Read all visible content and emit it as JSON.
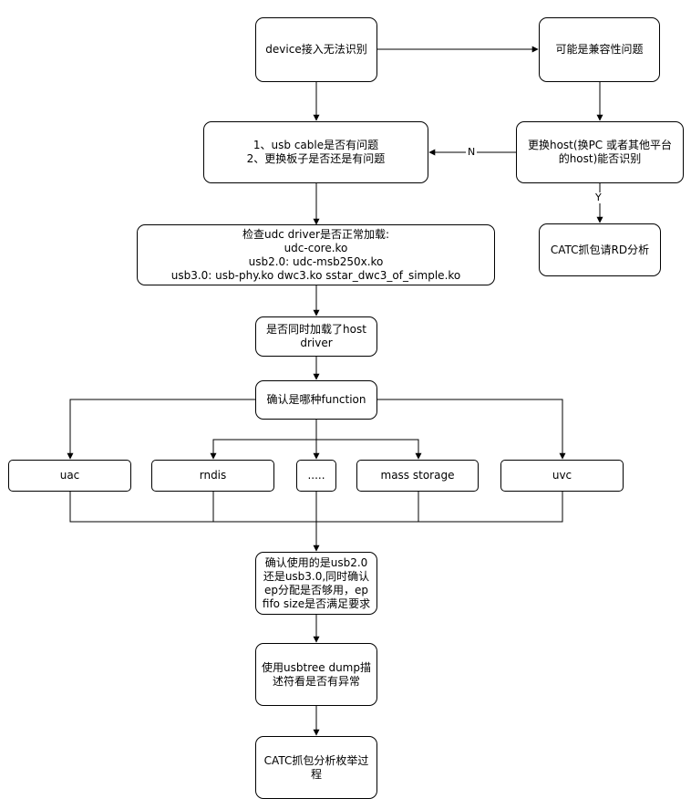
{
  "nodes": {
    "device": {
      "lines": [
        "device接入无法识别"
      ]
    },
    "compat": {
      "lines": [
        "可能是兼容性问题"
      ]
    },
    "check_cable": {
      "lines": [
        "1、usb cable是否有问题",
        "2、更换板子是否还是有问题"
      ]
    },
    "change_host": {
      "lines": [
        "更换host(换PC 或者其他平台",
        "的host)能否识别"
      ]
    },
    "catc_rd": {
      "lines": [
        "CATC抓包请RD分析"
      ]
    },
    "udc_driver": {
      "lines": [
        "检查udc driver是否正常加载:",
        "udc-core.ko",
        "usb2.0:  udc-msb250x.ko",
        "usb3.0:  usb-phy.ko dwc3.ko sstar_dwc3_of_simple.ko"
      ]
    },
    "host_driver": {
      "lines": [
        "是否同时加载了host",
        "driver"
      ]
    },
    "function": {
      "lines": [
        "确认是哪种function"
      ]
    },
    "uac": {
      "lines": [
        "uac"
      ]
    },
    "rndis": {
      "lines": [
        "rndis"
      ]
    },
    "dots": {
      "lines": [
        "....."
      ]
    },
    "mass_storage": {
      "lines": [
        "mass storage"
      ]
    },
    "uvc": {
      "lines": [
        "uvc"
      ]
    },
    "usb_ver": {
      "lines": [
        "确认使用的是usb2.0",
        "还是usb3.0,同时确认",
        "ep分配是否够用，ep",
        "fifo size是否满足要求"
      ]
    },
    "usbtree": {
      "lines": [
        "使用usbtree dump描",
        "述符看是否有异常"
      ]
    },
    "catc_enum": {
      "lines": [
        "CATC抓包分析枚举过",
        "程"
      ]
    }
  },
  "edge_labels": {
    "n": "N",
    "y": "Y"
  }
}
